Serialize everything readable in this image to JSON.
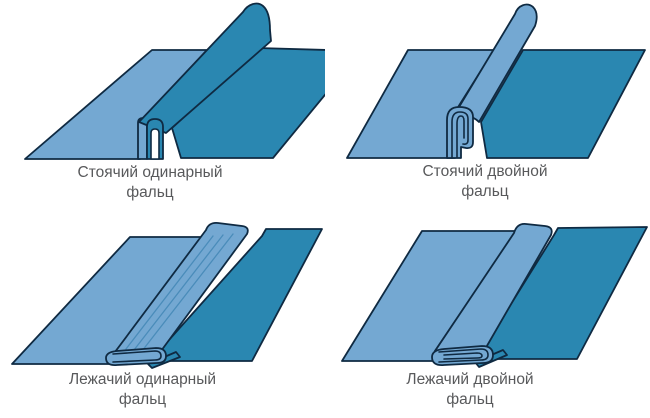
{
  "page": {
    "background": "#ffffff",
    "description_type": "roof-seam-types-diagram"
  },
  "colors": {
    "sheet_light": "#74a8d2",
    "sheet_dark": "#2a87b1",
    "outline": "#0f2a42",
    "detail_line": "#4a8cba",
    "caption_text": "#58595b"
  },
  "figures": [
    {
      "id": "standing-single-seam",
      "label": "Стоячий одинарный фальц",
      "label_line1": "Стоячий одинарный",
      "label_line2": "фальц"
    },
    {
      "id": "standing-double-seam",
      "label": "Стоячий двойной фальц",
      "label_line1": "Стоячий двойной",
      "label_line2": "фальц"
    },
    {
      "id": "lying-single-seam",
      "label": "Лежачий одинарный фальц",
      "label_line1": "Лежачий одинарный",
      "label_line2": "фальц"
    },
    {
      "id": "lying-double-seam",
      "label": "Лежачий двойной фальц",
      "label_line1": "Лежачий двойной",
      "label_line2": "фальц"
    }
  ]
}
